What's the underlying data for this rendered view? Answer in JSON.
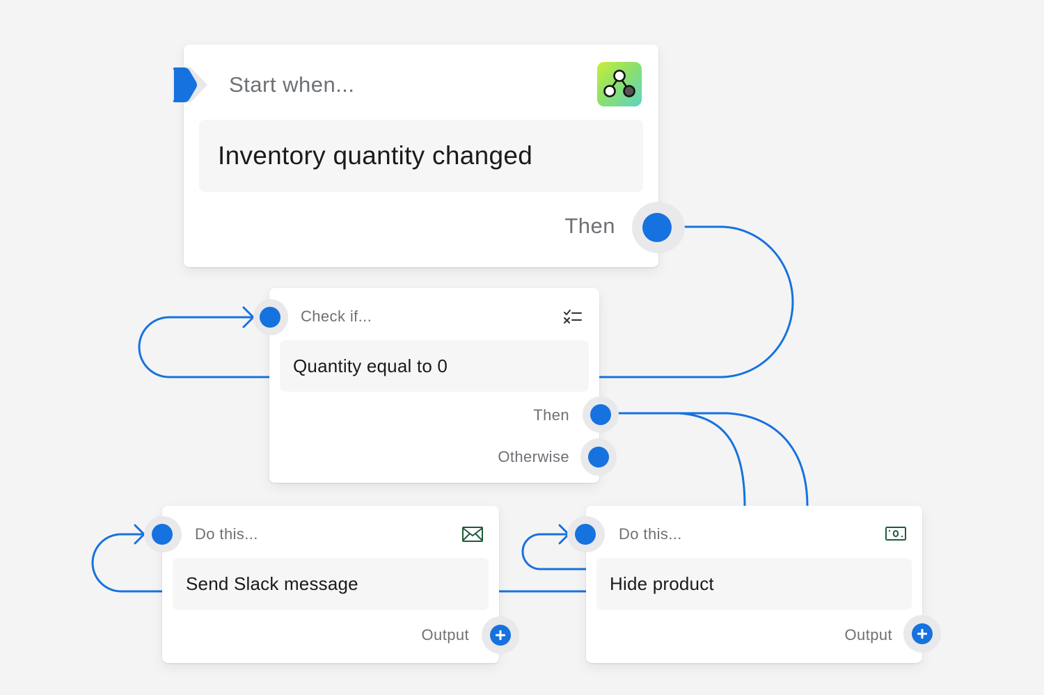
{
  "trigger": {
    "header": "Start when...",
    "value": "Inventory quantity changed",
    "then_label": "Then",
    "icon": "workflow-nodes-icon"
  },
  "condition": {
    "header": "Check if...",
    "value": "Quantity equal to 0",
    "then_label": "Then",
    "otherwise_label": "Otherwise",
    "icon": "checklist-icon"
  },
  "action_slack": {
    "header": "Do this...",
    "value": "Send Slack message",
    "output_label": "Output",
    "icon": "envelope-icon"
  },
  "action_hide": {
    "header": "Do this...",
    "value": "Hide product",
    "output_label": "Output",
    "icon": "cash-icon"
  },
  "colors": {
    "accent": "#1672de",
    "background": "#f4f4f5",
    "card": "#ffffff",
    "field": "#f6f6f7",
    "muted_text": "#6d7175"
  }
}
